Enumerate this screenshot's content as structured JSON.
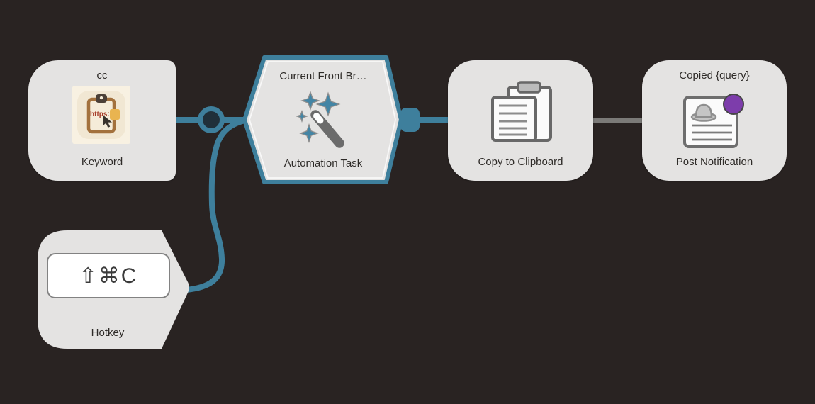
{
  "workflow": {
    "background_color": "#292322",
    "accent_color": "#3e7f9c",
    "node_fill_color": "#e4e3e2",
    "gray_connector_color": "#7b7a78",
    "nodes": {
      "keyword": {
        "title": "cc",
        "label": "Keyword",
        "icon": "keyword-clipboard-icon",
        "icon_text": "https:/"
      },
      "automation_task": {
        "title": "Current Front Br…",
        "label": "Automation Task",
        "icon": "magic-wand-icon",
        "selected": true
      },
      "copy_to_clipboard": {
        "label": "Copy to Clipboard",
        "icon": "clipboard-copy-icon"
      },
      "post_notification": {
        "title": "Copied {query}",
        "label": "Post Notification",
        "icon": "notification-card-icon",
        "badge_color": "#7d3dab"
      },
      "hotkey": {
        "shortcut": "⇧⌘C",
        "label": "Hotkey"
      }
    }
  }
}
